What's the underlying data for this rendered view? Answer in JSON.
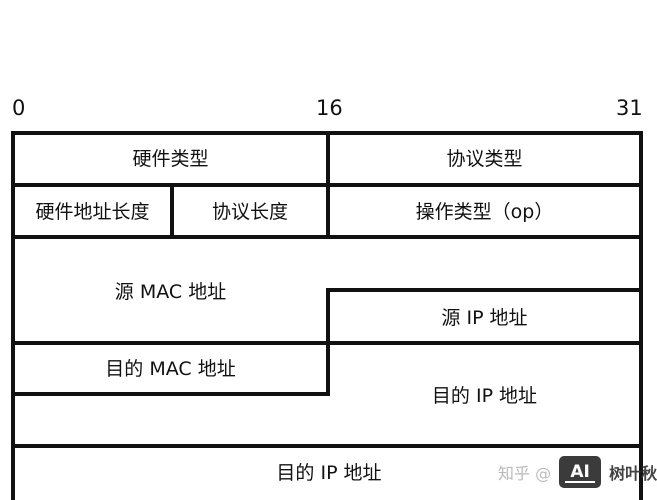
{
  "bit_positions": [
    "0",
    "16",
    "31"
  ],
  "fields": {
    "hardware_type": "硬件类型",
    "protocol_type": "协议类型",
    "hardware_addr_len": "硬件地址长度",
    "protocol_len": "协议长度",
    "operation": "操作类型（op）",
    "src_mac": "源 MAC 地址",
    "src_ip": "源 IP 地址",
    "dst_mac": "目的 MAC 地址",
    "dst_ip_upper": "目的 IP 地址",
    "dst_ip_bottom": "目的 IP 地址"
  },
  "watermark": {
    "site": "知乎 @",
    "logo": "AI",
    "brand": "树叶秋"
  }
}
